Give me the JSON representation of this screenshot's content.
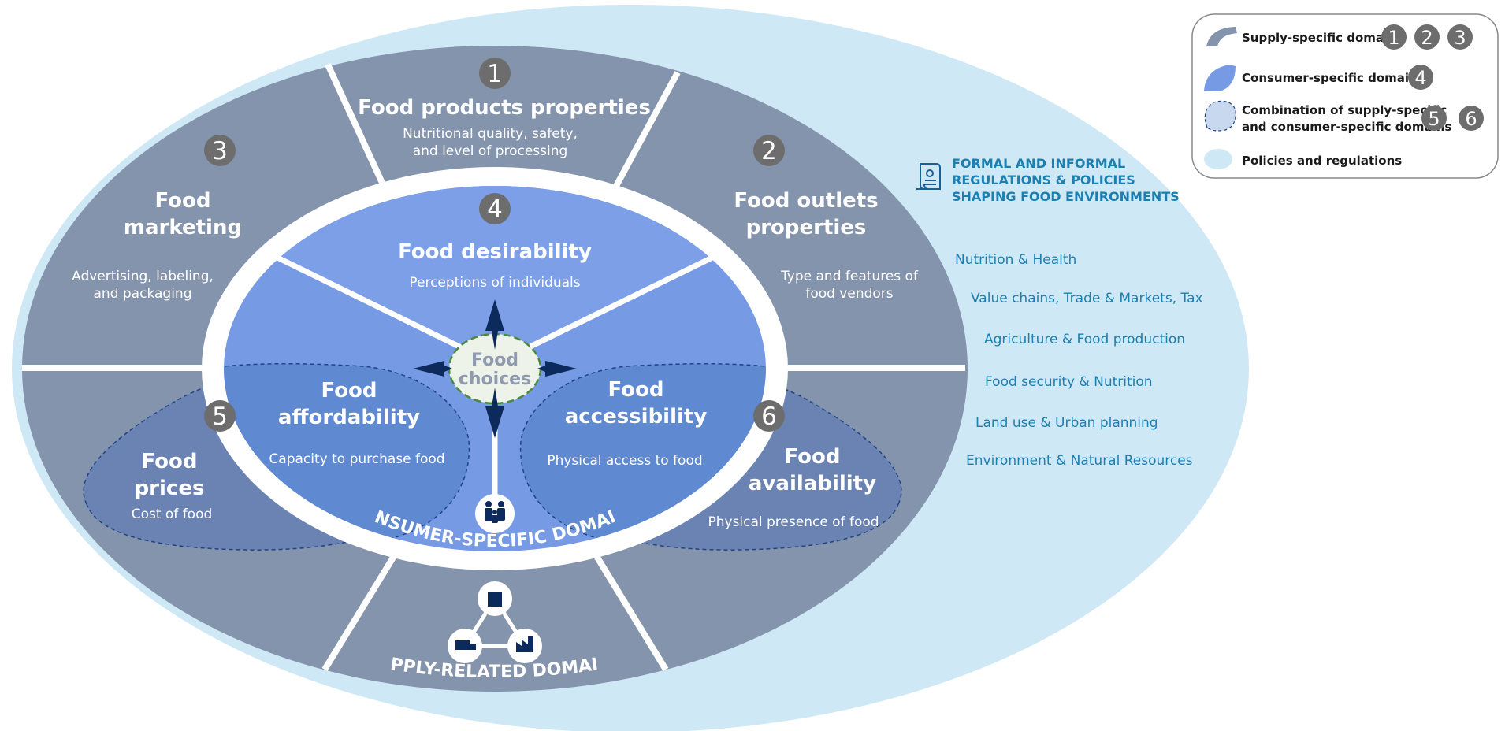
{
  "domains": [
    {
      "number": "1",
      "title": "Food products properties",
      "description_line1": "Nutritional quality, safety,",
      "description_line2": "and level of processing"
    },
    {
      "number": "2",
      "title_line1": "Food outlets",
      "title_line2": "properties",
      "description_line1": "Type and features of",
      "description_line2": "food vendors"
    },
    {
      "number": "3",
      "title_line1": "Food",
      "title_line2": "marketing",
      "description_line1": "Advertising, labeling,",
      "description_line2": "and packaging"
    },
    {
      "number": "4",
      "title": "Food desirability",
      "description": "Perceptions of individuals"
    },
    {
      "number": "5",
      "title_line1": "Food",
      "title_line2": "affordability",
      "description": "Capacity to purchase food"
    },
    {
      "number": "6",
      "title_line1": "Food",
      "title_line2": "accessibility",
      "description": "Physical access to food"
    }
  ],
  "outer_combination": {
    "prices": {
      "title_line1": "Food",
      "title_line2": "prices",
      "description": "Cost of food"
    },
    "availability": {
      "title_line1": "Food",
      "title_line2": "availability",
      "description": "Physical presence of food"
    }
  },
  "center": {
    "line1": "Food",
    "line2": "choices"
  },
  "consumer_label": "CONSUMER-SPECIFIC DOMAINS",
  "supply_label": "SUPPLY-RELATED DOMAINS",
  "policies": {
    "heading_line1": "FORMAL AND INFORMAL",
    "heading_line2": "REGULATIONS & POLICIES",
    "heading_line3": "SHAPING FOOD ENVIRONMENTS",
    "items": [
      "Nutrition & Health",
      "Value chains, Trade & Markets, Tax",
      "Agriculture & Food production",
      "Food security & Nutrition",
      "Land use & Urban planning",
      "Environment & Natural Resources"
    ]
  },
  "legend": {
    "supply_label": "Supply-specific domains",
    "supply_numbers": [
      "1",
      "2",
      "3"
    ],
    "consumer_label": "Consumer-specific domains",
    "consumer_numbers": [
      "4"
    ],
    "combination_line1": "Combination of supply-specific",
    "combination_line2": "and consumer-specific domains",
    "combination_numbers": [
      "5",
      "6"
    ],
    "policies_label": "Policies and regulations"
  },
  "colors": {
    "policy_area": "#cfe8f6",
    "supply_gray": "#8594ad",
    "consumer_blue": "#779ae4",
    "combination_blue": "#5a86cc",
    "dark_navy": "#0d2a5c",
    "badge_gray": "#6d6d6d",
    "policy_text": "#1b7fb0"
  },
  "icons": {
    "policy": "scroll-document-icon",
    "consumer": "family-icon",
    "supply": "supply-chain-icon"
  }
}
